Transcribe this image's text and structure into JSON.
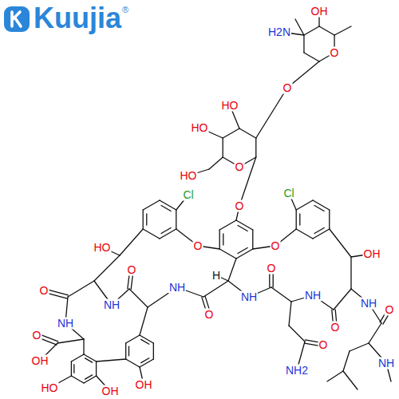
{
  "diagram": {
    "labels": [
      "Kuujia",
      "®",
      "OH",
      "H2N",
      "O",
      "O",
      "HO",
      "HO",
      "O",
      "HO",
      "Cl",
      "Cl",
      "O",
      "O",
      "O",
      "HO",
      "OH",
      "H",
      "O",
      "NH",
      "O",
      "OH",
      "NH",
      "O",
      "NH",
      "O",
      "NH",
      "O",
      "NH",
      "O",
      "O",
      "NH2",
      "NH",
      "O",
      "NH",
      "HO",
      "OH",
      "OH"
    ]
  }
}
